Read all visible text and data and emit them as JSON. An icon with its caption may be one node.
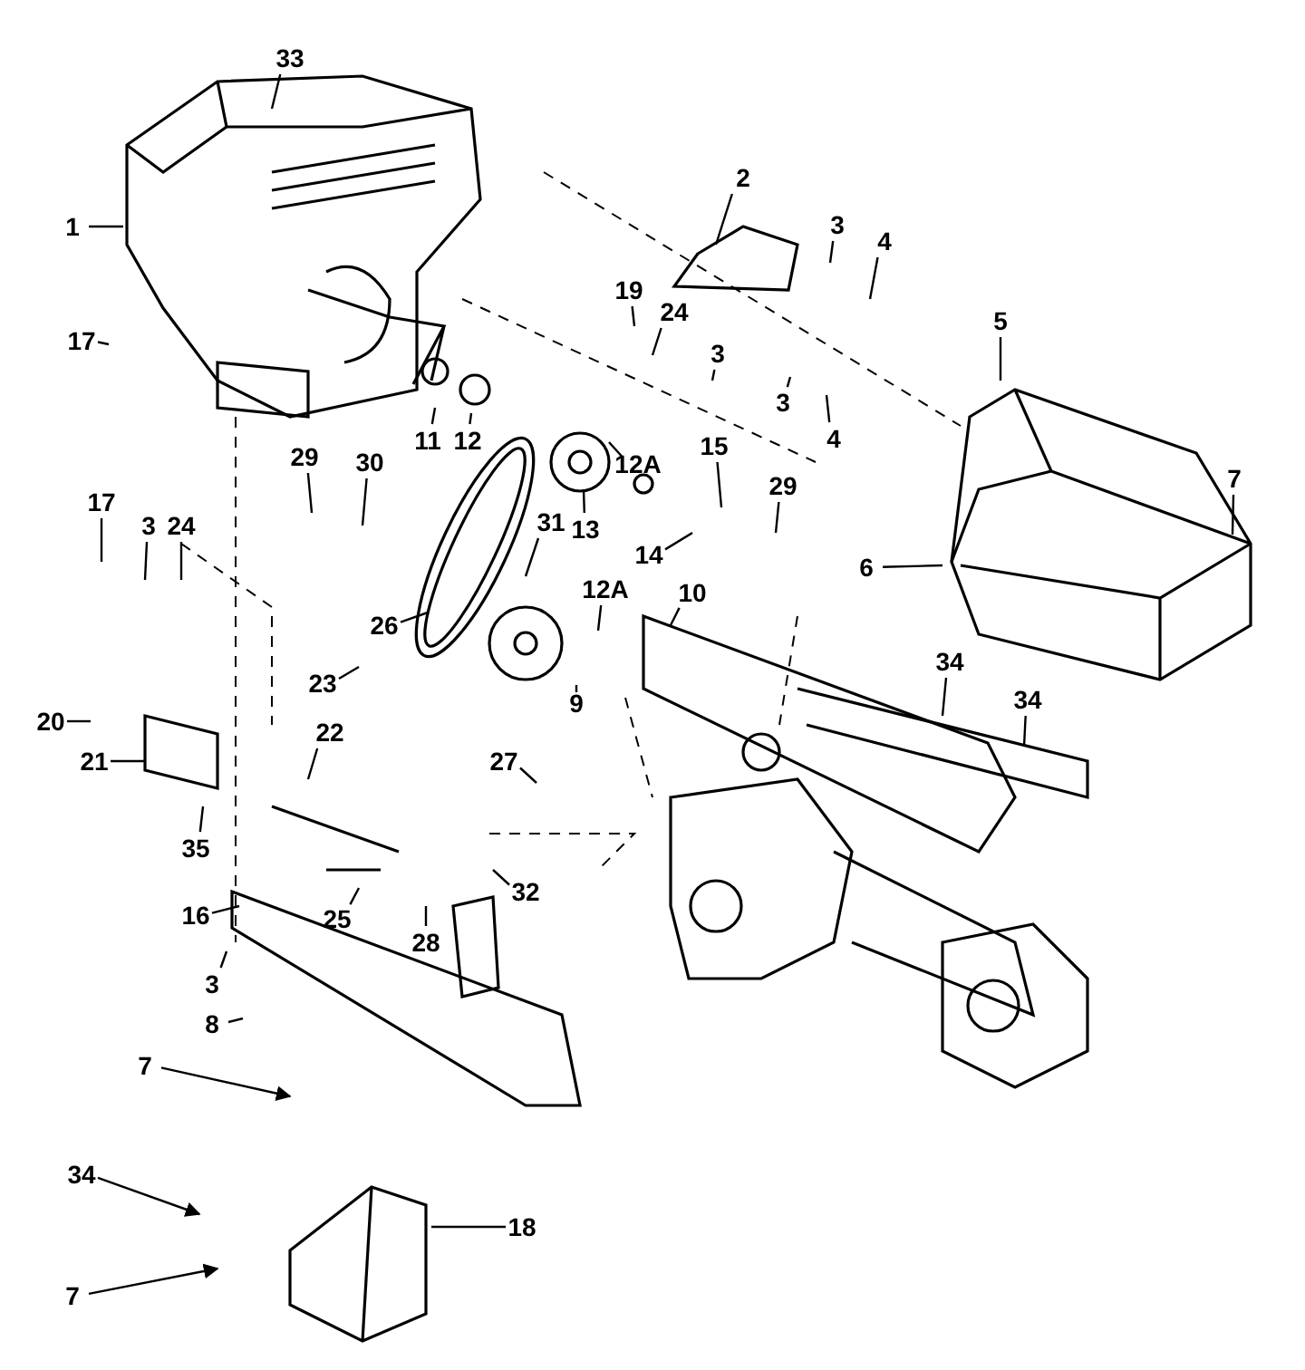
{
  "diagram": {
    "nodes": [
      {
        "text": [
          "33"
        ]
      },
      {
        "text": [
          "1"
        ]
      },
      {
        "text": [
          "2"
        ]
      },
      {
        "text": [
          "3"
        ]
      },
      {
        "text": [
          "4"
        ]
      },
      {
        "text": [
          "17"
        ]
      },
      {
        "text": [
          "19"
        ]
      },
      {
        "text": [
          "24"
        ]
      },
      {
        "text": [
          "3"
        ]
      },
      {
        "text": [
          "5"
        ]
      },
      {
        "text": [
          "3"
        ]
      },
      {
        "text": [
          "4"
        ]
      },
      {
        "text": [
          "11"
        ]
      },
      {
        "text": [
          "12"
        ]
      },
      {
        "text": [
          "12A"
        ]
      },
      {
        "text": [
          "15"
        ]
      },
      {
        "text": [
          "29"
        ]
      },
      {
        "text": [
          "29"
        ]
      },
      {
        "text": [
          "30"
        ]
      },
      {
        "text": [
          "13"
        ]
      },
      {
        "text": [
          "14"
        ]
      },
      {
        "text": [
          "17"
        ]
      },
      {
        "text": [
          "3"
        ]
      },
      {
        "text": [
          "24"
        ]
      },
      {
        "text": [
          "7"
        ]
      },
      {
        "text": [
          "6"
        ]
      },
      {
        "text": [
          "31"
        ]
      },
      {
        "text": [
          "26"
        ]
      },
      {
        "text": [
          "12A"
        ]
      },
      {
        "text": [
          "10"
        ]
      },
      {
        "text": [
          "9"
        ]
      },
      {
        "text": [
          "34"
        ]
      },
      {
        "text": [
          "34"
        ]
      },
      {
        "text": [
          "20"
        ]
      },
      {
        "text": [
          "21"
        ]
      },
      {
        "text": [
          "23"
        ]
      },
      {
        "text": [
          "22"
        ]
      },
      {
        "text": [
          "27"
        ]
      },
      {
        "text": [
          "35"
        ]
      },
      {
        "text": [
          "32"
        ]
      },
      {
        "text": [
          "16"
        ]
      },
      {
        "text": [
          "25"
        ]
      },
      {
        "text": [
          "28"
        ]
      },
      {
        "text": [
          "3"
        ]
      },
      {
        "text": [
          "8"
        ]
      },
      {
        "text": [
          "7"
        ]
      },
      {
        "text": [
          "34"
        ]
      },
      {
        "text": [
          "18"
        ]
      },
      {
        "text": [
          "7"
        ]
      }
    ],
    "edges": [
      {
        "from": 0,
        "to": null,
        "arrow": "none"
      },
      {
        "from": 1,
        "to": null,
        "arrow": "none"
      },
      {
        "from": 2,
        "to": null,
        "arrow": "none"
      },
      {
        "from": 3,
        "to": null,
        "arrow": "none"
      },
      {
        "from": 4,
        "to": null,
        "arrow": "none"
      },
      {
        "from": 5,
        "to": null,
        "arrow": "none"
      },
      {
        "from": 6,
        "to": null,
        "arrow": "none"
      },
      {
        "from": 7,
        "to": null,
        "arrow": "none"
      },
      {
        "from": 8,
        "to": null,
        "arrow": "none"
      },
      {
        "from": 9,
        "to": null,
        "arrow": "none"
      },
      {
        "from": 10,
        "to": null,
        "arrow": "none"
      },
      {
        "from": 11,
        "to": null,
        "arrow": "none"
      },
      {
        "from": 12,
        "to": null,
        "arrow": "none"
      },
      {
        "from": 13,
        "to": null,
        "arrow": "none"
      },
      {
        "from": 14,
        "to": null,
        "arrow": "none"
      },
      {
        "from": 15,
        "to": null,
        "arrow": "none"
      },
      {
        "from": 16,
        "to": null,
        "arrow": "none"
      },
      {
        "from": 17,
        "to": null,
        "arrow": "none"
      },
      {
        "from": 18,
        "to": null,
        "arrow": "none"
      },
      {
        "from": 19,
        "to": null,
        "arrow": "none"
      },
      {
        "from": 20,
        "to": null,
        "arrow": "none"
      },
      {
        "from": 21,
        "to": null,
        "arrow": "none"
      },
      {
        "from": 22,
        "to": null,
        "arrow": "none"
      },
      {
        "from": 23,
        "to": null,
        "arrow": "none"
      },
      {
        "from": 24,
        "to": null,
        "arrow": "none"
      },
      {
        "from": 25,
        "to": null,
        "arrow": "none"
      },
      {
        "from": 26,
        "to": null,
        "arrow": "none"
      },
      {
        "from": 27,
        "to": null,
        "arrow": "none"
      },
      {
        "from": 28,
        "to": null,
        "arrow": "none"
      },
      {
        "from": 29,
        "to": null,
        "arrow": "none"
      },
      {
        "from": 30,
        "to": null,
        "arrow": "none"
      },
      {
        "from": 31,
        "to": null,
        "arrow": "none"
      },
      {
        "from": 32,
        "to": null,
        "arrow": "none"
      },
      {
        "from": 33,
        "to": null,
        "arrow": "none"
      },
      {
        "from": 34,
        "to": null,
        "arrow": "none"
      },
      {
        "from": 35,
        "to": null,
        "arrow": "none"
      },
      {
        "from": 36,
        "to": null,
        "arrow": "none"
      },
      {
        "from": 37,
        "to": null,
        "arrow": "none"
      },
      {
        "from": 38,
        "to": null,
        "arrow": "none"
      },
      {
        "from": 39,
        "to": null,
        "arrow": "none"
      },
      {
        "from": 40,
        "to": null,
        "arrow": "none"
      },
      {
        "from": 41,
        "to": null,
        "arrow": "none"
      },
      {
        "from": 42,
        "to": null,
        "arrow": "none"
      },
      {
        "from": 43,
        "to": null,
        "arrow": "none"
      },
      {
        "from": 44,
        "to": null,
        "arrow": "none"
      },
      {
        "from": 45,
        "to": null,
        "arrow": "to"
      },
      {
        "from": 46,
        "to": null,
        "arrow": "to"
      },
      {
        "from": 47,
        "to": null,
        "arrow": "none"
      },
      {
        "from": 48,
        "to": null,
        "arrow": "to"
      }
    ]
  }
}
